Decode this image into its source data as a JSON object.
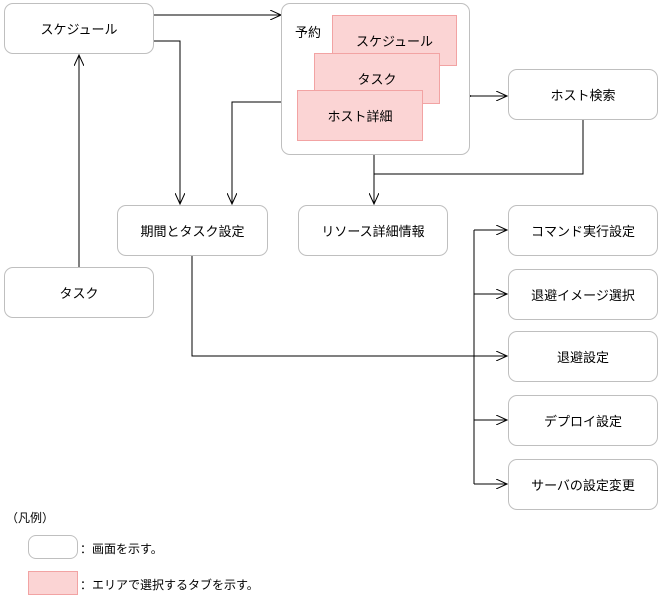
{
  "screens": {
    "schedule": "スケジュール",
    "task": "タスク",
    "period_task_settings": "期間とタスク設定",
    "reservation": "予約",
    "resource_detail": "リソース詳細情報",
    "host_search": "ホスト検索",
    "command_exec_settings": "コマンド実行設定",
    "backup_image_select": "退避イメージ選択",
    "backup_settings": "退避設定",
    "deploy_settings": "デプロイ設定",
    "server_settings_change": "サーバの設定変更"
  },
  "tabs": {
    "schedule": "スケジュール",
    "task": "タスク",
    "host_detail": "ホスト詳細"
  },
  "legend": {
    "title": "（凡例）",
    "screen_text": "：画面を示す。",
    "tab_text": "：エリアで選択するタブを示す。"
  },
  "colors": {
    "tab_fill": "#fbd4d4",
    "tab_border": "#f2a3a3",
    "box_border": "#bfbfbf"
  }
}
